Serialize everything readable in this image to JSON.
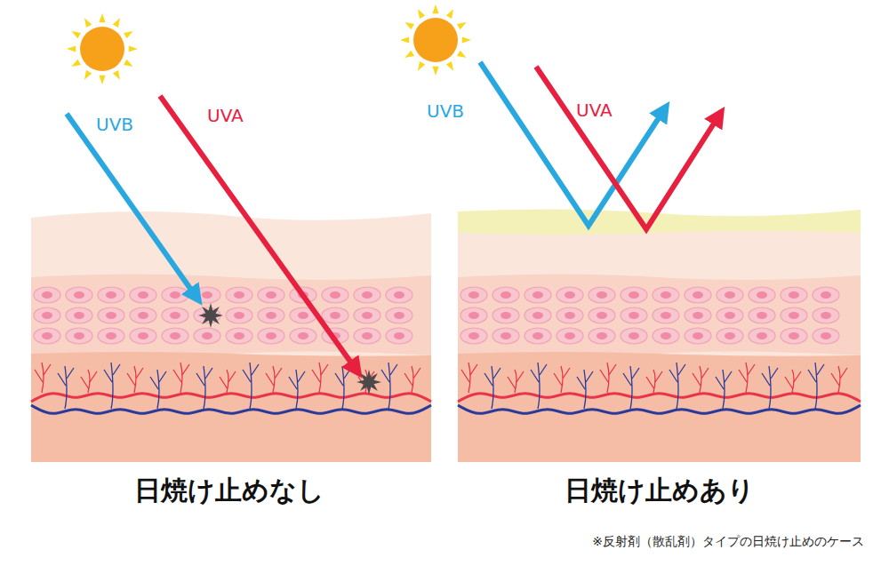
{
  "diagram": {
    "labels": [
      "UVB",
      "UVA",
      "UVB",
      "UVA",
      "日焼け止めなし",
      "日焼け止めあり",
      "※反射剤（散乱剤）タイプの日焼け止めのケース"
    ]
  }
}
